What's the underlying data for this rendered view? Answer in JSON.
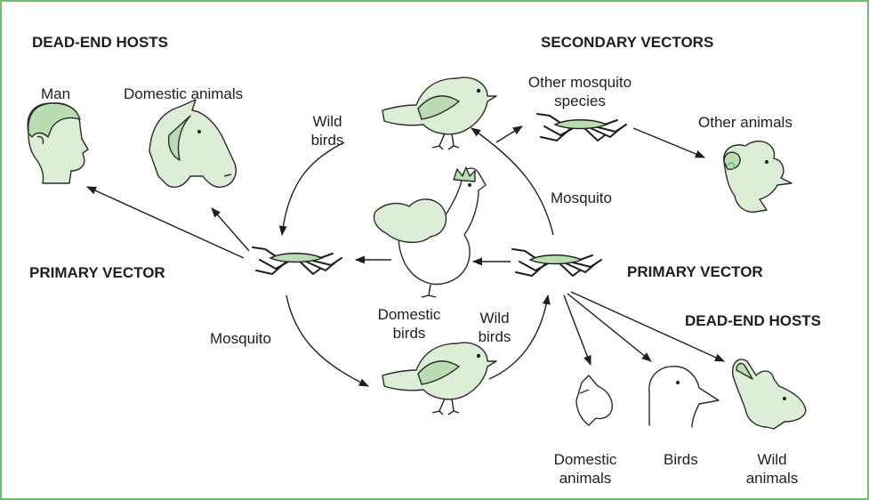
{
  "colors": {
    "frame": "#6cbf6c",
    "fill": "#dcefd6",
    "fill_dark": "#b9dcb0",
    "line": "#1e1e1e"
  },
  "headings": {
    "dead_end_hosts_left": "DEAD-END HOSTS",
    "secondary_vectors": "SECONDARY VECTORS",
    "primary_vector_left": "PRIMARY VECTOR",
    "primary_vector_right": "PRIMARY VECTOR",
    "dead_end_hosts_right": "DEAD-END HOSTS"
  },
  "labels": {
    "man": "Man",
    "domestic_animals_top": "Domestic animals",
    "wild_birds_top": [
      "Wild",
      "birds"
    ],
    "other_mosquito_species": [
      "Other mosquito",
      "species"
    ],
    "other_animals": "Other animals",
    "mosquito_right": "Mosquito",
    "mosquito_left": "Mosquito",
    "domestic_birds": [
      "Domestic",
      "birds"
    ],
    "wild_birds_bottom": [
      "Wild",
      "birds"
    ],
    "domestic_animals_bottom": [
      "Domestic",
      "animals"
    ],
    "birds": "Birds",
    "wild_animals": [
      "Wild",
      "animals"
    ]
  },
  "icons": [
    "man-head-icon",
    "horse-head-icon",
    "wild-bird-icon",
    "mosquito-icon",
    "squirrel-icon",
    "chicken-icon",
    "duck-head-icon",
    "rabbit-head-icon",
    "domestic-animal-head-icon"
  ]
}
